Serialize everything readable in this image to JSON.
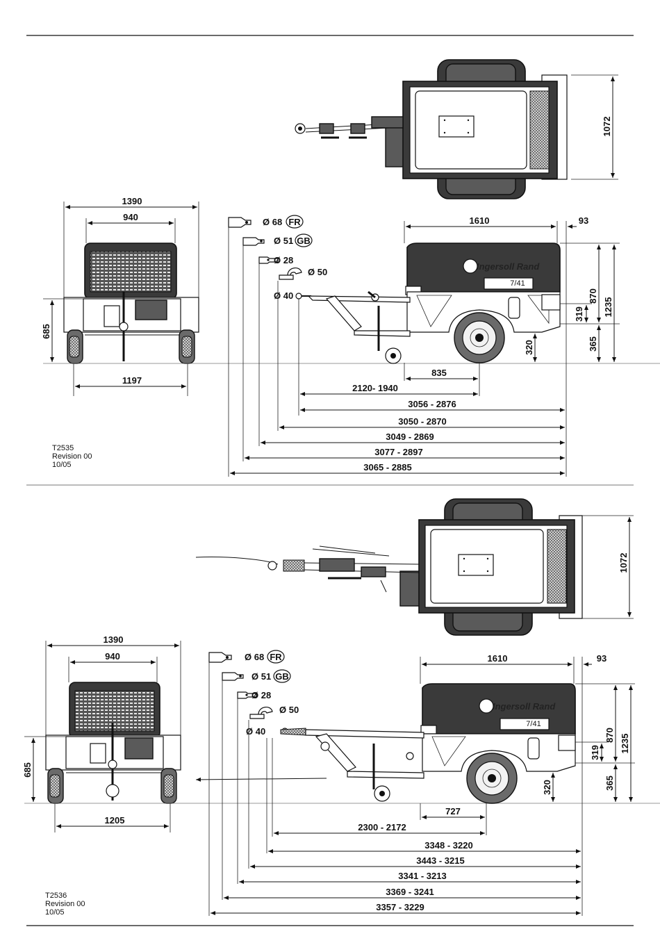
{
  "top": {
    "dims": {
      "width_1072": "1072",
      "width_1390": "1390",
      "width_940": "940",
      "track_1197": "1197",
      "height_685": "685",
      "length_1610": "1610",
      "overhang_93": "93",
      "height_319": "319",
      "height_870": "870",
      "height_1235": "1235",
      "height_365": "365",
      "height_320": "320",
      "axle_835": "835",
      "len_a": "2120- 1940",
      "len_b": "3056 - 2876",
      "len_c": "3050 - 2870",
      "len_d": "3049 - 2869",
      "len_e": "3077 - 2897",
      "len_f": "3065 - 2885"
    },
    "couplings": {
      "d68": "Ø 68",
      "fr": "FR",
      "d51": "Ø 51",
      "gb": "GB",
      "d28": "Ø 28",
      "d50": "Ø 50",
      "d40": "Ø 40"
    },
    "ref": {
      "code": "T2535",
      "revision": "Revision 00",
      "date": "10/05"
    }
  },
  "bottom": {
    "dims": {
      "width_1072": "1072",
      "width_1390": "1390",
      "width_940": "940",
      "track_1205": "1205",
      "height_685": "685",
      "length_1610": "1610",
      "overhang_93": "93",
      "height_319": "319",
      "height_870": "870",
      "height_1235": "1235",
      "height_365": "365",
      "height_320": "320",
      "axle_727": "727",
      "len_a": "2300 - 2172",
      "len_b": "3348 - 3220",
      "len_c": "3443 - 3215",
      "len_d": "3341 - 3213",
      "len_e": "3369 - 3241",
      "len_f": "3357 - 3229"
    },
    "couplings": {
      "d68": "Ø 68",
      "fr": "FR",
      "d51": "Ø 51",
      "gb": "GB",
      "d28": "Ø 28",
      "d50": "Ø 50",
      "d40": "Ø 40"
    },
    "ref": {
      "code": "T2536",
      "revision": "Revision 00",
      "date": "10/05"
    }
  },
  "brand": {
    "logo_text": "Ingersoll Rand",
    "badge": "7/41"
  }
}
